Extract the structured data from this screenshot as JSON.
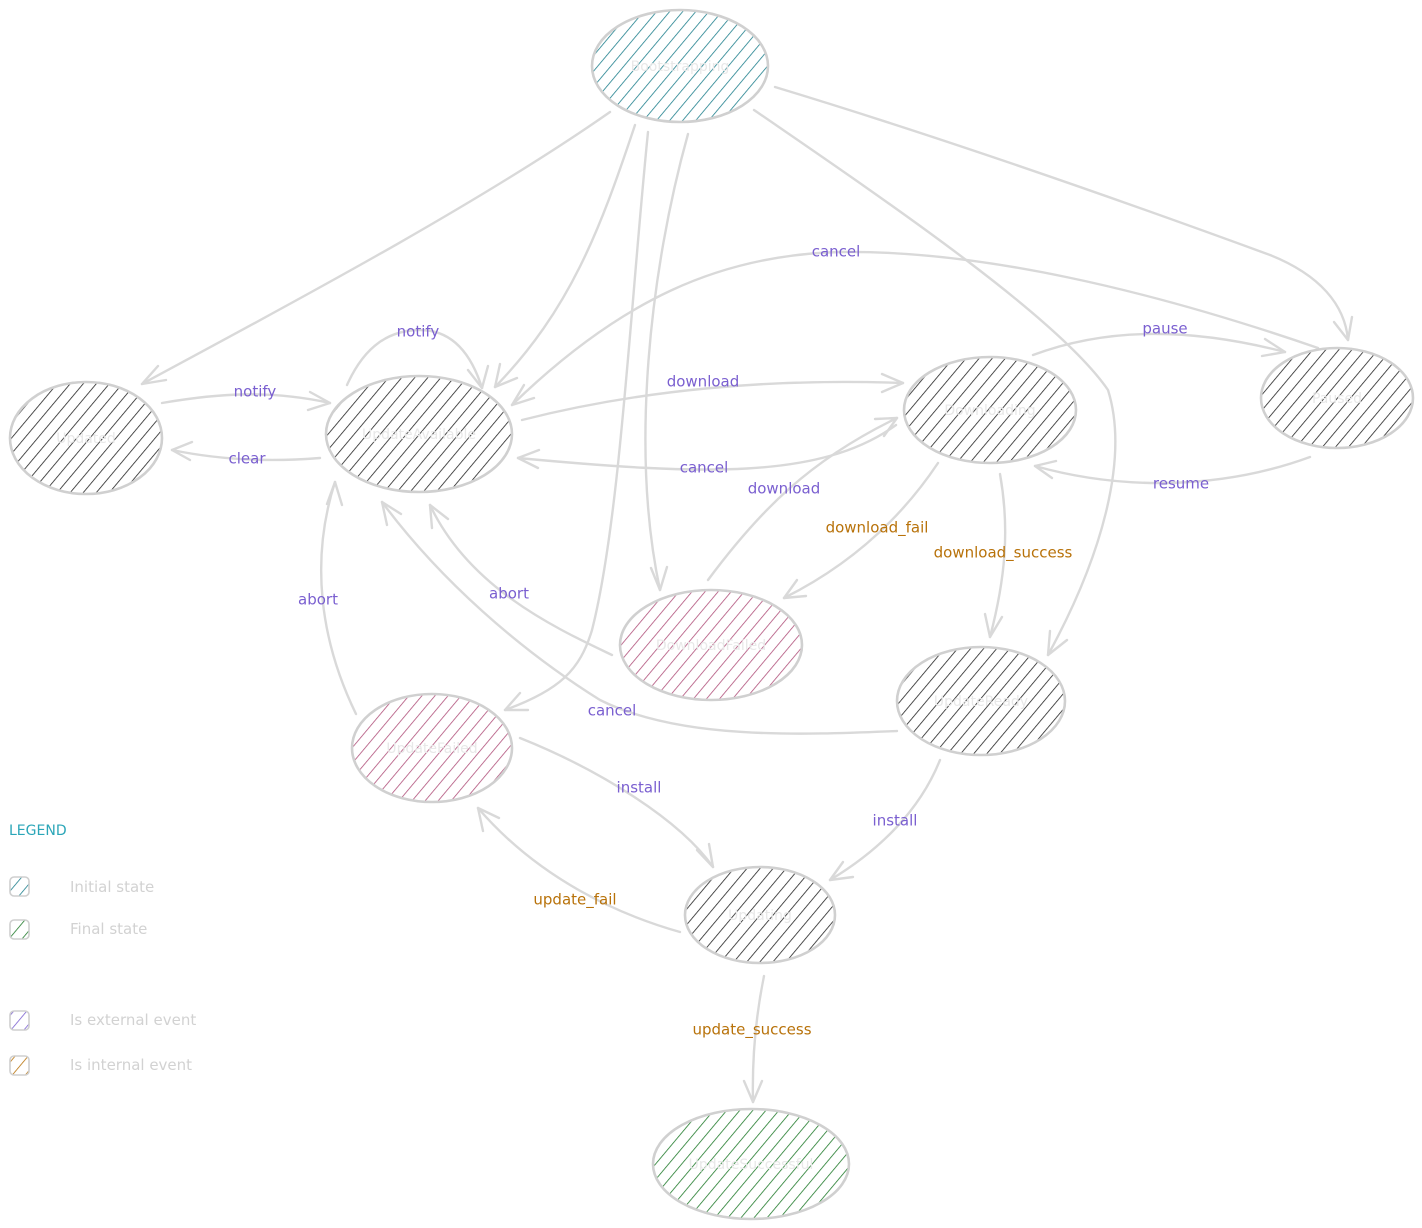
{
  "diagram": {
    "nodes": {
      "bootstrapping": {
        "label": "Bootstrapping",
        "color": "#1e7f8c"
      },
      "updated": {
        "label": "Updated",
        "color": "#222222"
      },
      "update_available": {
        "label": "UpdateAvailable",
        "color": "#222222"
      },
      "downloading": {
        "label": "Downloading",
        "color": "#222222"
      },
      "paused": {
        "label": "Paused",
        "color": "#222222"
      },
      "download_failed": {
        "label": "DownloadFailed",
        "color": "#b0507a"
      },
      "update_ready": {
        "label": "UpdateReady",
        "color": "#222222"
      },
      "update_failed": {
        "label": "UpdateFailed",
        "color": "#b0507a"
      },
      "updating": {
        "label": "Updating",
        "color": "#222222"
      },
      "update_successful": {
        "label": "UpdateSuccessful",
        "color": "#1f7a2a"
      }
    },
    "edge_labels": {
      "notify_updated": "notify",
      "notify_self": "notify",
      "clear": "clear",
      "cancel_paused": "cancel",
      "download_ua": "download",
      "pause": "pause",
      "cancel_downloading": "cancel",
      "resume": "resume",
      "download_df": "download",
      "download_fail": "download_fail",
      "download_success": "download_success",
      "abort_uf": "abort",
      "abort_df": "abort",
      "cancel_ready": "cancel",
      "install_uf": "install",
      "install_ready": "install",
      "update_fail": "update_fail",
      "update_success": "update_success"
    }
  },
  "legend": {
    "title": "LEGEND",
    "items": [
      {
        "label": "Initial state",
        "color": "#2ba6b8"
      },
      {
        "label": "Final state",
        "color": "#1f7a2a"
      },
      {
        "label": "Is external event",
        "color": "#7a5fd0"
      },
      {
        "label": "Is internal event",
        "color": "#b8720a"
      }
    ]
  }
}
